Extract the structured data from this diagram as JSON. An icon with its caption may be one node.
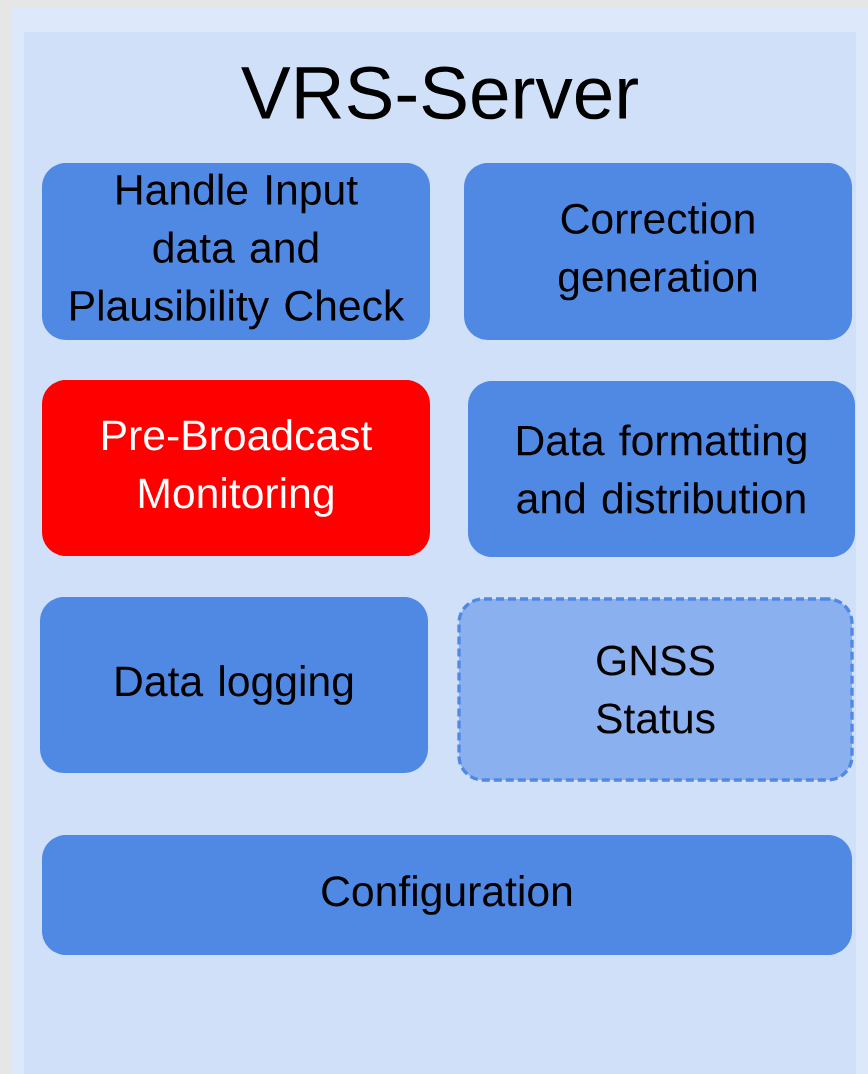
{
  "diagram": {
    "nodes": [
      {
        "text": [
          "VRS-Server"
        ]
      },
      {
        "text": [
          "Handle Input data and Plausibility Check"
        ],
        "in": 0
      },
      {
        "text": [
          "Correction generation"
        ],
        "in": 0
      },
      {
        "text": [
          "Pre-Broadcast Monitoring"
        ],
        "in": 0
      },
      {
        "text": [
          "Data formatting and distribution"
        ],
        "in": 0
      },
      {
        "text": [
          "Data logging"
        ],
        "in": 0
      },
      {
        "text": [
          "GNSS Status"
        ],
        "in": 0
      },
      {
        "text": [
          "Configuration"
        ],
        "in": 0
      }
    ]
  }
}
